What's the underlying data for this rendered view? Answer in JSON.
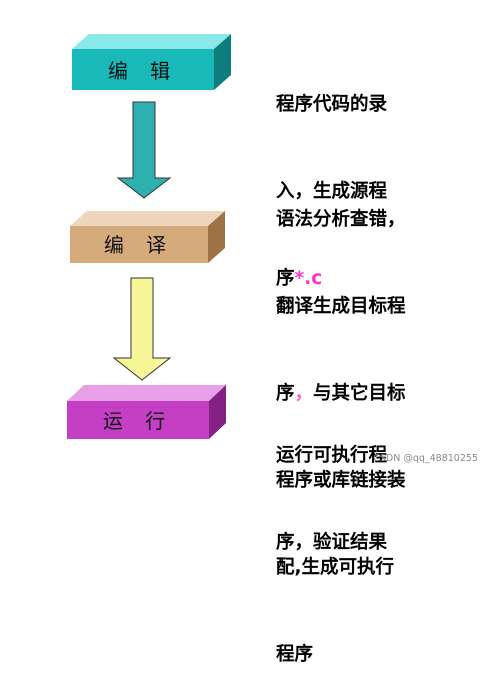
{
  "stages": [
    {
      "label": "编 辑",
      "front": "#19b9b9",
      "top": "#8ae8e8",
      "side": "#0d7d7d"
    },
    {
      "label": "编 译",
      "front": "#d6ab7c",
      "top": "#edd6bb",
      "side": "#9c7246"
    },
    {
      "label": "运 行",
      "front": "#c43fc4",
      "top": "#e7a0e7",
      "side": "#842184"
    }
  ],
  "arrows": [
    {
      "color": "#2fb0b0"
    },
    {
      "color": "#f7f79a"
    }
  ],
  "descriptions": {
    "edit": {
      "line1": "程序代码的录",
      "line2": "入，生成源程",
      "line3_pre": "序",
      "line3_highlight": "*.c"
    },
    "compile": {
      "line1": "语法分析查错，",
      "line2": "翻译生成目标程",
      "line3_pre": "序",
      "line3_mark": "，",
      "line3_post": "与其它目标",
      "line4": "程序或库链接装",
      "line5": "配,生成可执行",
      "line6": "程序"
    },
    "run": {
      "line1": "运行可执行程",
      "line2": "序，验证结果"
    }
  },
  "watermark": "CSDN @qq_48810255"
}
